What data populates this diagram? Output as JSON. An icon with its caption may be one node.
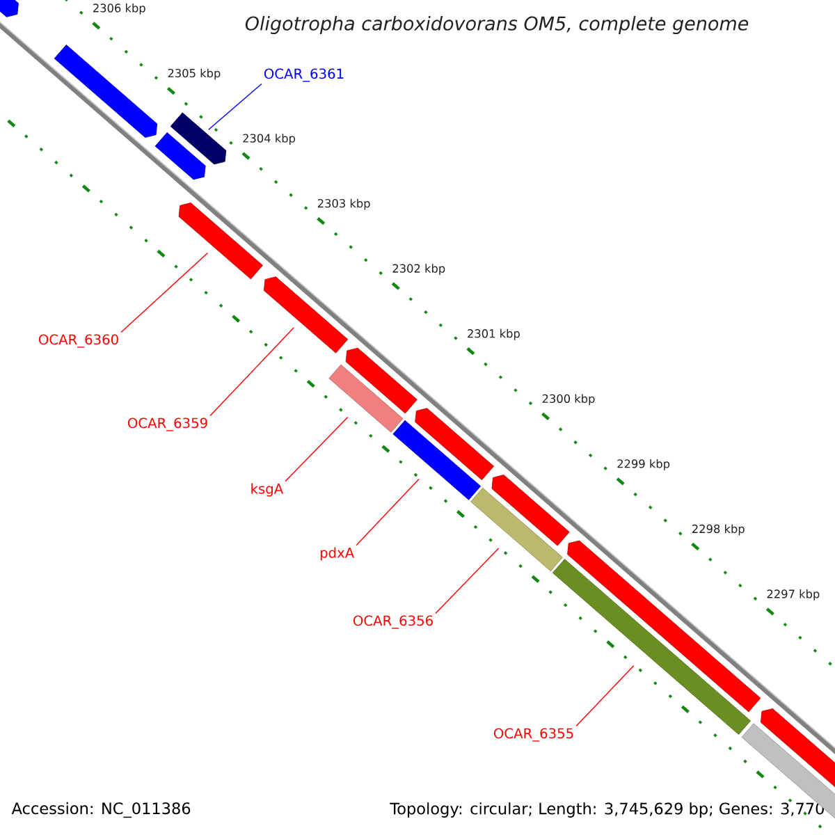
{
  "diagram": {
    "title": "Oligotropha carboxidovorans OM5, complete genome",
    "nodes": [
      {
        "text": [
          "OCAR_6361"
        ]
      },
      {
        "text": [
          "OCAR_6360"
        ]
      },
      {
        "text": [
          "OCAR_6359"
        ]
      },
      {
        "text": [
          "ksgA"
        ]
      },
      {
        "text": [
          "pdxA"
        ]
      },
      {
        "text": [
          "OCAR_6356"
        ]
      },
      {
        "text": [
          "OCAR_6355"
        ]
      },
      {
        "text": [],
        "shape": "bar"
      },
      {
        "text": [],
        "shape": "bar"
      },
      {
        "text": [],
        "shape": "bar"
      },
      {
        "text": [],
        "shape": "bar"
      },
      {
        "text": [],
        "shape": "bar"
      },
      {
        "text": [],
        "shape": "bar"
      },
      {
        "text": [],
        "shape": "bar"
      },
      {
        "text": [],
        "shape": "bar"
      },
      {
        "text": [],
        "shape": "bar"
      },
      {
        "text": [],
        "shape": "bar"
      },
      {
        "text": [],
        "shape": "bar"
      },
      {
        "text": [],
        "shape": "bar"
      },
      {
        "text": [],
        "shape": "bar"
      },
      {
        "text": [],
        "shape": "bar"
      },
      {
        "text": [],
        "shape": "bar"
      },
      {
        "text": [],
        "shape": "bar"
      }
    ],
    "edges": [
      {
        "from": 0,
        "to": 10,
        "arrow": "none",
        "color": "#0000ff"
      },
      {
        "from": 1,
        "to": 11,
        "arrow": "none"
      },
      {
        "from": 2,
        "to": 12,
        "arrow": "none"
      },
      {
        "from": 3,
        "to": 14,
        "arrow": "none"
      },
      {
        "from": 4,
        "to": 15,
        "arrow": "none"
      },
      {
        "from": 5,
        "to": 18,
        "arrow": "none"
      },
      {
        "from": 6,
        "to": 20,
        "arrow": "none"
      }
    ],
    "labels": [
      "2306 kbp",
      "2305 kbp",
      "2304 kbp",
      "2303 kbp",
      "2302 kbp",
      "2301 kbp",
      "2300 kbp",
      "2299 kbp",
      "2298 kbp",
      "2297 kbp",
      "Accession: NC_011386",
      "Topology: circular; Length: 3,745,629 bp; Genes: 3,770"
    ]
  }
}
